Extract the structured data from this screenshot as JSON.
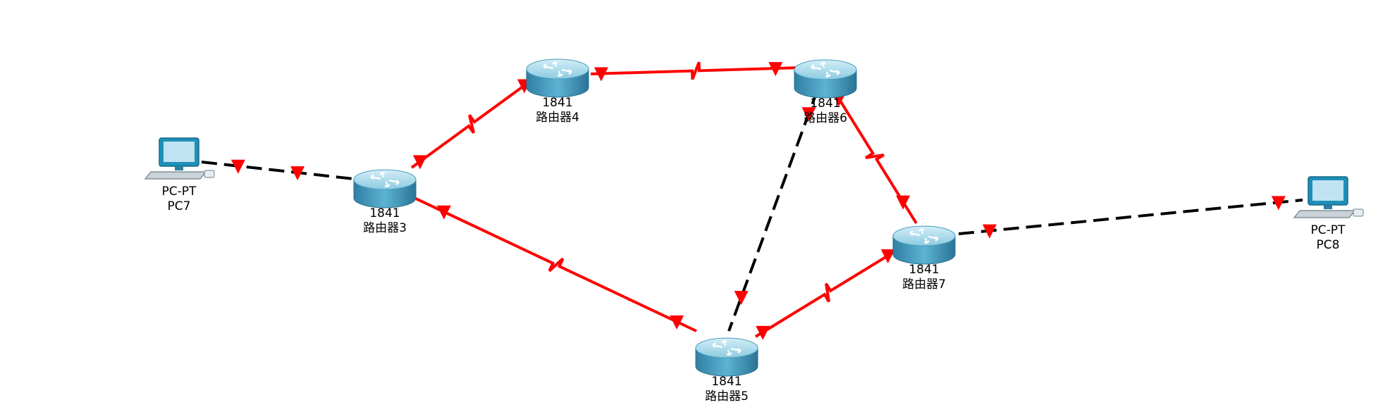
{
  "colors": {
    "serial_link": "#ff0000",
    "ethernet_link": "#000000",
    "link_state_marker": "#ff0000",
    "router_top": "#9fd4e6",
    "router_body": "#3f9cc0",
    "background": "#ffffff"
  },
  "devices": [
    {
      "id": "r3",
      "kind": "router",
      "icon": "router-icon",
      "model": "1841",
      "name": "路由器3"
    },
    {
      "id": "r4",
      "kind": "router",
      "icon": "router-icon",
      "model": "1841",
      "name": "路由器4"
    },
    {
      "id": "r5",
      "kind": "router",
      "icon": "router-icon",
      "model": "1841",
      "name": "路由器5"
    },
    {
      "id": "r6",
      "kind": "router",
      "icon": "router-icon",
      "model": "1841",
      "name": "路由器6"
    },
    {
      "id": "r7",
      "kind": "router",
      "icon": "router-icon",
      "model": "1841",
      "name": "路由器7"
    },
    {
      "id": "pc7",
      "kind": "pc",
      "icon": "pc-icon",
      "model": "PC-PT",
      "name": "PC7"
    },
    {
      "id": "pc8",
      "kind": "pc",
      "icon": "pc-icon",
      "model": "PC-PT",
      "name": "PC8"
    }
  ],
  "links": [
    {
      "from": "pc7",
      "to": "r3",
      "type": "ethernet"
    },
    {
      "from": "r3",
      "to": "r4",
      "type": "serial"
    },
    {
      "from": "r3",
      "to": "r5",
      "type": "serial"
    },
    {
      "from": "r4",
      "to": "r6",
      "type": "serial"
    },
    {
      "from": "r6",
      "to": "r5",
      "type": "ethernet"
    },
    {
      "from": "r6",
      "to": "r7",
      "type": "serial"
    },
    {
      "from": "r5",
      "to": "r7",
      "type": "serial"
    },
    {
      "from": "r7",
      "to": "pc8",
      "type": "ethernet"
    }
  ]
}
